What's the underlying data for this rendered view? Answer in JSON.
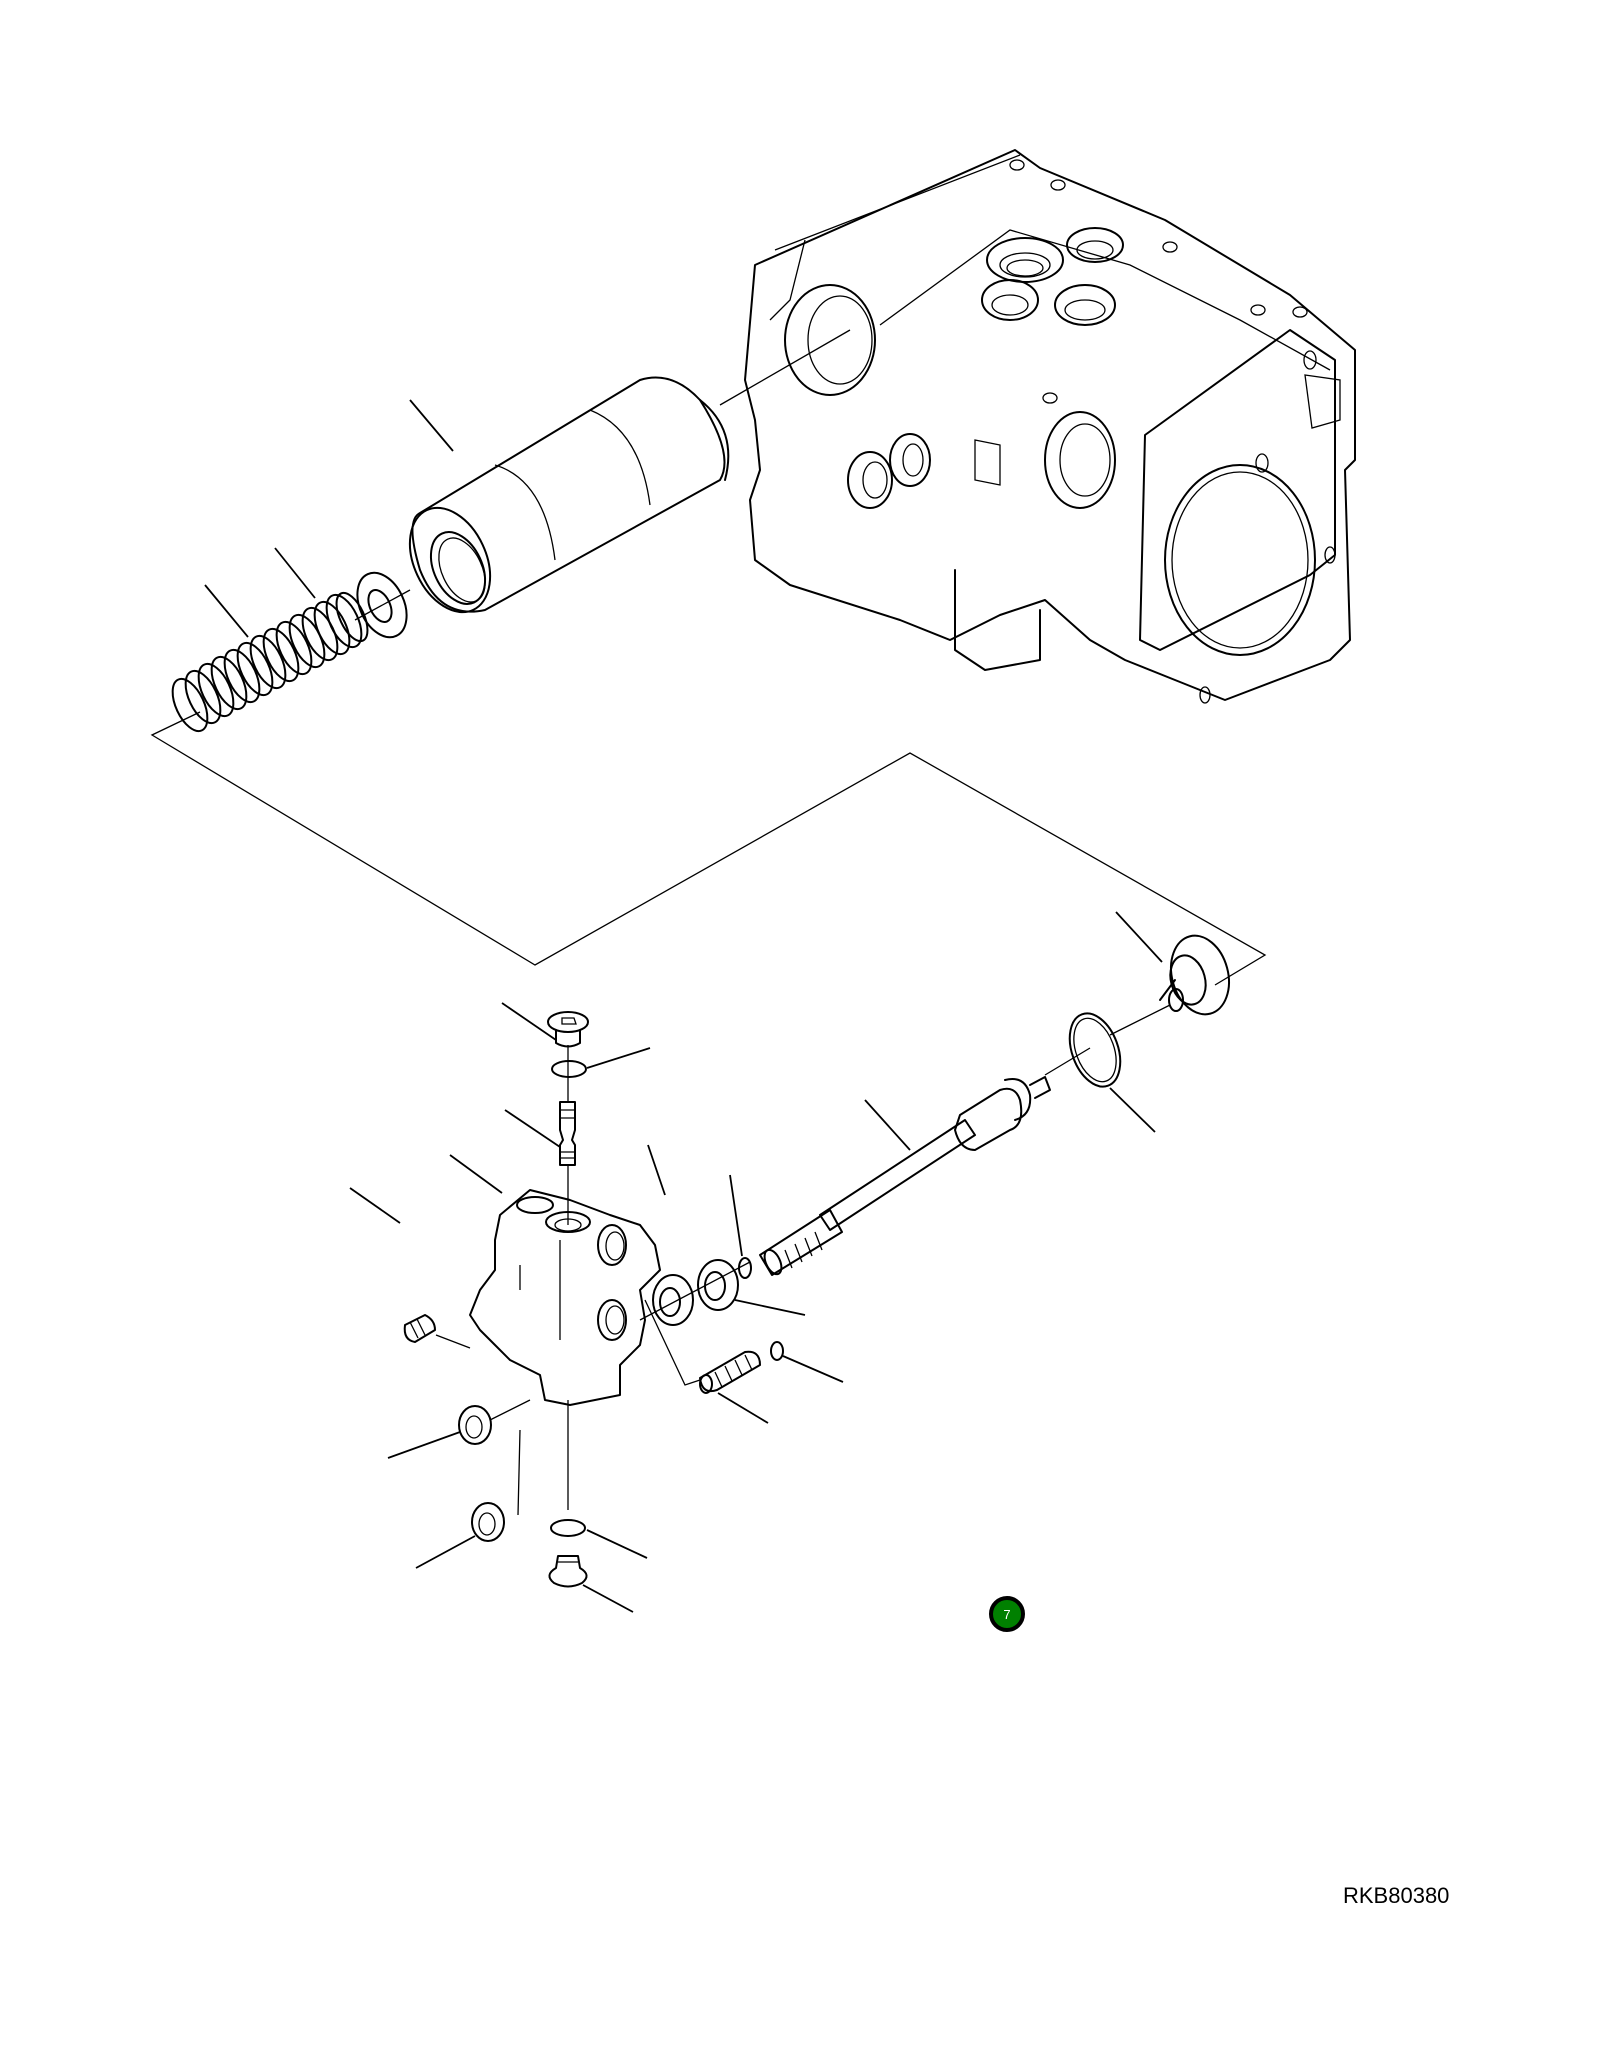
{
  "diagram": {
    "type": "exploded-parts-view",
    "reference_code": "RKB80380",
    "page_marker": {
      "label": "7",
      "color": "#008000",
      "border_color": "#000000"
    },
    "parts": [
      {
        "name": "pump-housing"
      },
      {
        "name": "sleeve-cylinder"
      },
      {
        "name": "washer"
      },
      {
        "name": "coil-spring"
      },
      {
        "name": "valve-body"
      },
      {
        "name": "top-plug"
      },
      {
        "name": "top-o-ring"
      },
      {
        "name": "threaded-pin"
      },
      {
        "name": "set-screw"
      },
      {
        "name": "side-nut-1"
      },
      {
        "name": "side-nut-2"
      },
      {
        "name": "bottom-o-ring"
      },
      {
        "name": "bottom-plug"
      },
      {
        "name": "lock-nut-1"
      },
      {
        "name": "lock-nut-2"
      },
      {
        "name": "small-o-ring"
      },
      {
        "name": "adjusting-rod"
      },
      {
        "name": "snap-ring"
      },
      {
        "name": "end-cap"
      },
      {
        "name": "adjust-screw"
      },
      {
        "name": "adjust-o-ring"
      }
    ]
  }
}
